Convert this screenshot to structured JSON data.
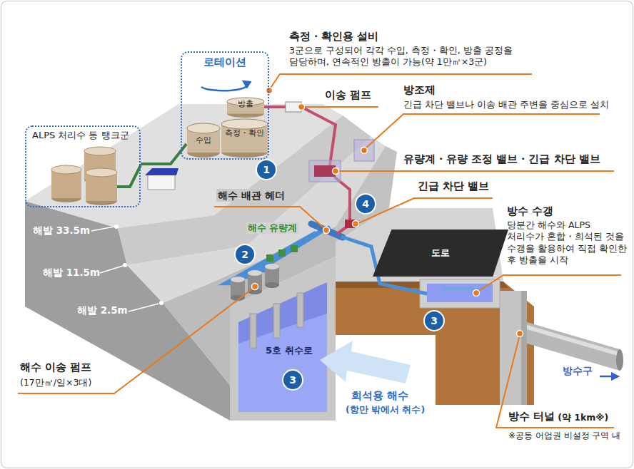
{
  "diagram": {
    "nodes": [
      {
        "text": [
          "로테이션"
        ]
      },
      {
        "text": [
          "방출"
        ],
        "in": 0
      },
      {
        "text": [
          "측정・확인"
        ],
        "in": 0
      },
      {
        "text": [
          "수입"
        ],
        "in": 0
      },
      {
        "text": [
          "ALPS 처리수 등 탱크군"
        ]
      },
      {
        "text": [
          "도로"
        ]
      }
    ],
    "edges": [
      {
        "from": 4,
        "to": 3,
        "arrow": "none"
      }
    ],
    "labels": [
      "측정・확인용 설비",
      "3군으로 구성되어 각각 수입, 측정・확인, 방출 공정을 담당하며, 연속적인 방출이 가능(약 1만㎥×3군)",
      "이송 펌프",
      "방조제",
      "긴급 차단 밸브나 이송 배관 주변을 중심으로 설치",
      "유량계・유량 조정 밸브・긴급 차단 밸브",
      "긴급 차단 밸브",
      "해수 배관 헤더",
      "해수 유량계",
      "방수 수갱",
      "당분간 해수와 ALPS 처리수가 혼합・희석된 것을 수갱을 활용하여 직접 확인한 후 방출을 시작",
      "해발 33.5m",
      "해발 11.5m",
      "해발 2.5m",
      "해수 이송 펌프",
      "(17만㎥/일×3대)",
      "5호 취수로",
      "희석용 해수",
      "(항만 밖에서 취수)",
      "방수구",
      "방수 터널",
      "(약 1km※)",
      "※공동 어업권 비설정 구역 내",
      "1",
      "4",
      "2",
      "3",
      "3"
    ]
  }
}
